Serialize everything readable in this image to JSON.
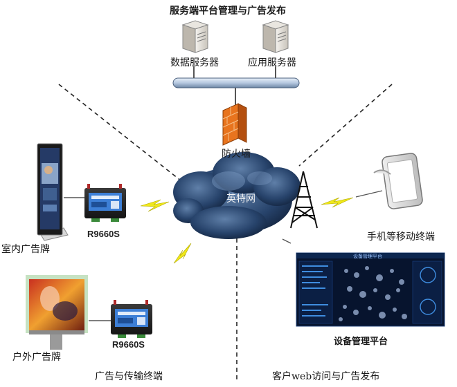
{
  "title": "服务端平台管理与广告发布",
  "servers": {
    "data_server": "数据服务器",
    "app_server": "应用服务器"
  },
  "firewall": "防火墙",
  "cloud": "英特网",
  "indoor_sign": "室内广告牌",
  "outdoor_sign": "户外广告牌",
  "device_model_1": "R9660S",
  "device_model_2": "R9660S",
  "mobile": "手机等移动终端",
  "platform": "设备管理平台",
  "platform_screen_title": "设备管理平台",
  "footer_left": "广告与传输终端",
  "footer_right": "客户web访问与广告发布"
}
